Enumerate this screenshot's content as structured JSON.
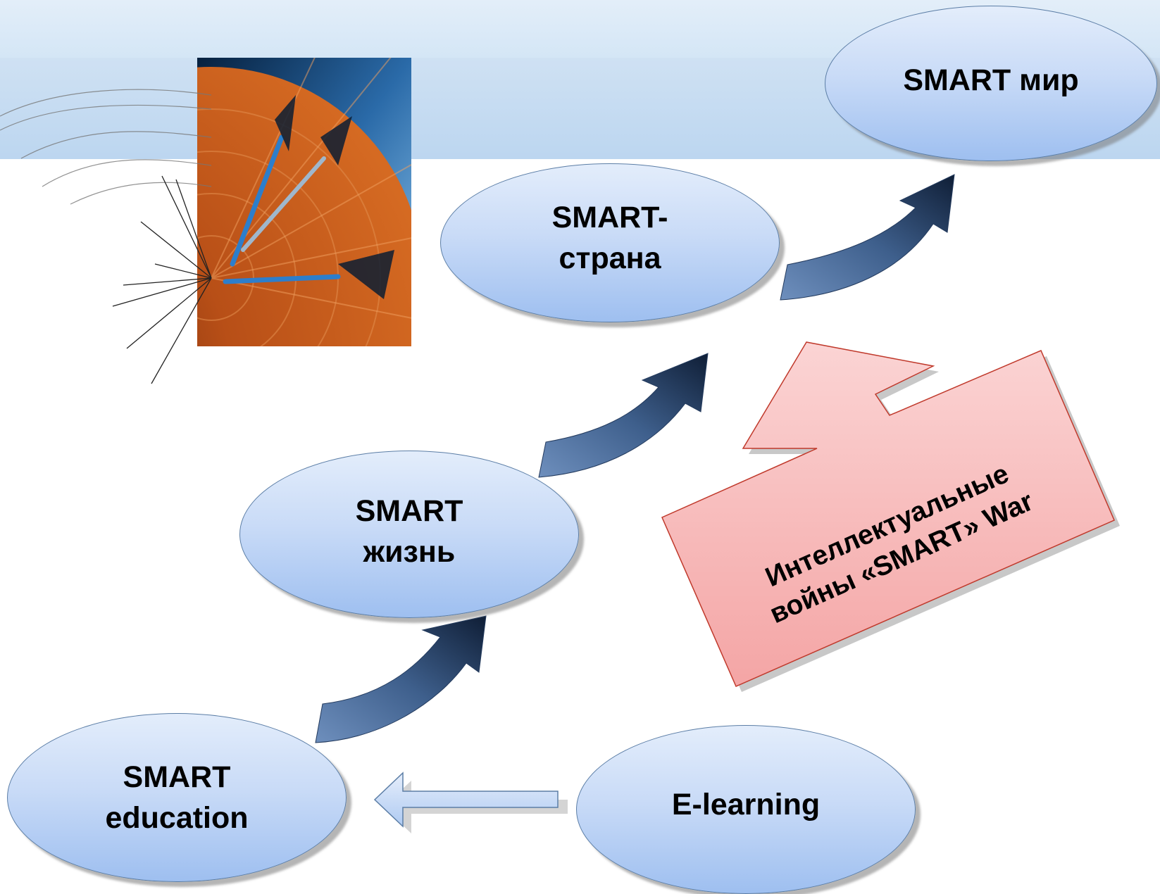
{
  "nodes": {
    "smart_world": "SMART мир",
    "smart_country": "SMART-\nстрана",
    "smart_life": "SMART\nжизнь",
    "smart_education": "SMART\neducation",
    "e_learning": "E-learning"
  },
  "callout": {
    "text": "Интеллектуальные\nвойны «SMART» War"
  },
  "colors": {
    "ellipse_fill": "#c9dbf7",
    "ellipse_border": "#5c7ea6",
    "arrow_fill": "#3d5a85",
    "callout_fill": "#f7b3b3",
    "callout_border": "#c0392b",
    "header_band": "#bcd6f0"
  },
  "icons": {
    "curved_arrow": "curved-up-right-arrow",
    "block_arrow": "left-block-arrow",
    "picture": "darts-on-dartboard"
  }
}
